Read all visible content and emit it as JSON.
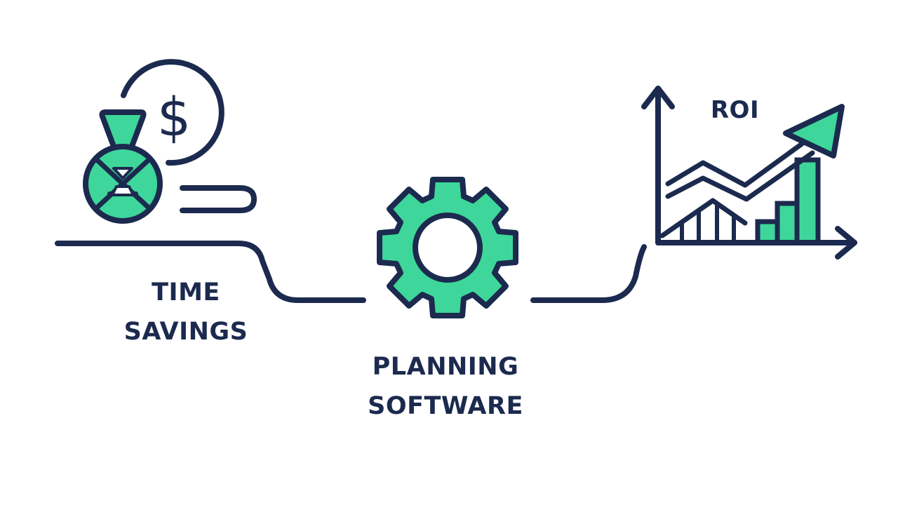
{
  "labels": {
    "time_savings_line1": "TIME",
    "time_savings_line2": "SAVINGS",
    "planning_software_line1": "PLANNING",
    "planning_software_line2": "SOFTWARE",
    "roi": "ROI"
  },
  "icons": {
    "money_bag": "money-bag-icon",
    "dollar": "dollar-icon",
    "speed_lines": "speed-lines-icon",
    "gear": "gear-icon",
    "growth_chart": "growth-chart-icon",
    "trend_arrow": "trend-arrow-icon"
  },
  "colors": {
    "stroke": "#1b2a4e",
    "accent": "#3ed69a",
    "background": "#ffffff"
  }
}
